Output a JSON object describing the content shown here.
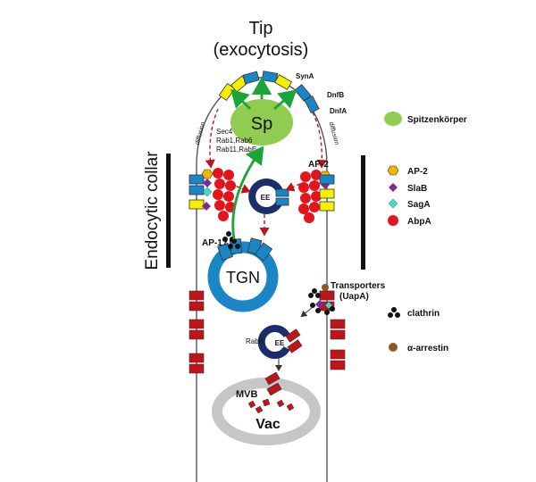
{
  "title": {
    "line1": "Tip",
    "line2": "(exocytosis)"
  },
  "side_label": "Endocytic collar",
  "tip_labels": {
    "syna": "SynA",
    "dnfb": "DnfB",
    "dnfa": "DnfA",
    "diffusion_left": "diffusion",
    "diffusion_right": "diffusion"
  },
  "organelles": {
    "sp": "Sp",
    "ee_top": "EE",
    "tgn": "TGN",
    "ee_bottom": "EE",
    "mvb": "MVB",
    "vac": "Vac"
  },
  "rab_labels": {
    "line1": "Sec4",
    "line2": "Rab1,Rab6",
    "line3": "Rab11,RabE",
    "rabb": "RabB"
  },
  "annotations": {
    "ap2": "AP-2",
    "ap1": "AP-1?",
    "transporters_line1": "Transporters",
    "transporters_line2": "(UapA)"
  },
  "legend": {
    "spitzenkorper": "Spitzenkörper",
    "ap2": "AP-2",
    "slab": "SlaB",
    "saga": "SagA",
    "abpa": "AbpA",
    "clathrin": "clathrin",
    "arrestin": "α-arrestin"
  },
  "colors": {
    "blue": "#1b86c6",
    "yellow": "#f6f000",
    "green_sp": "#8fcc4f",
    "green_arrow": "#1aa43a",
    "red": "#e4141c",
    "dark_red": "#c0141c",
    "navy": "#1c2d6b",
    "ap2_orange": "#f4b500",
    "slab_purple": "#7a2c97",
    "saga_teal": "#38e0c8",
    "arrestin_brown": "#8b5a2b",
    "vacuole_gray": "#c6c6c6"
  }
}
